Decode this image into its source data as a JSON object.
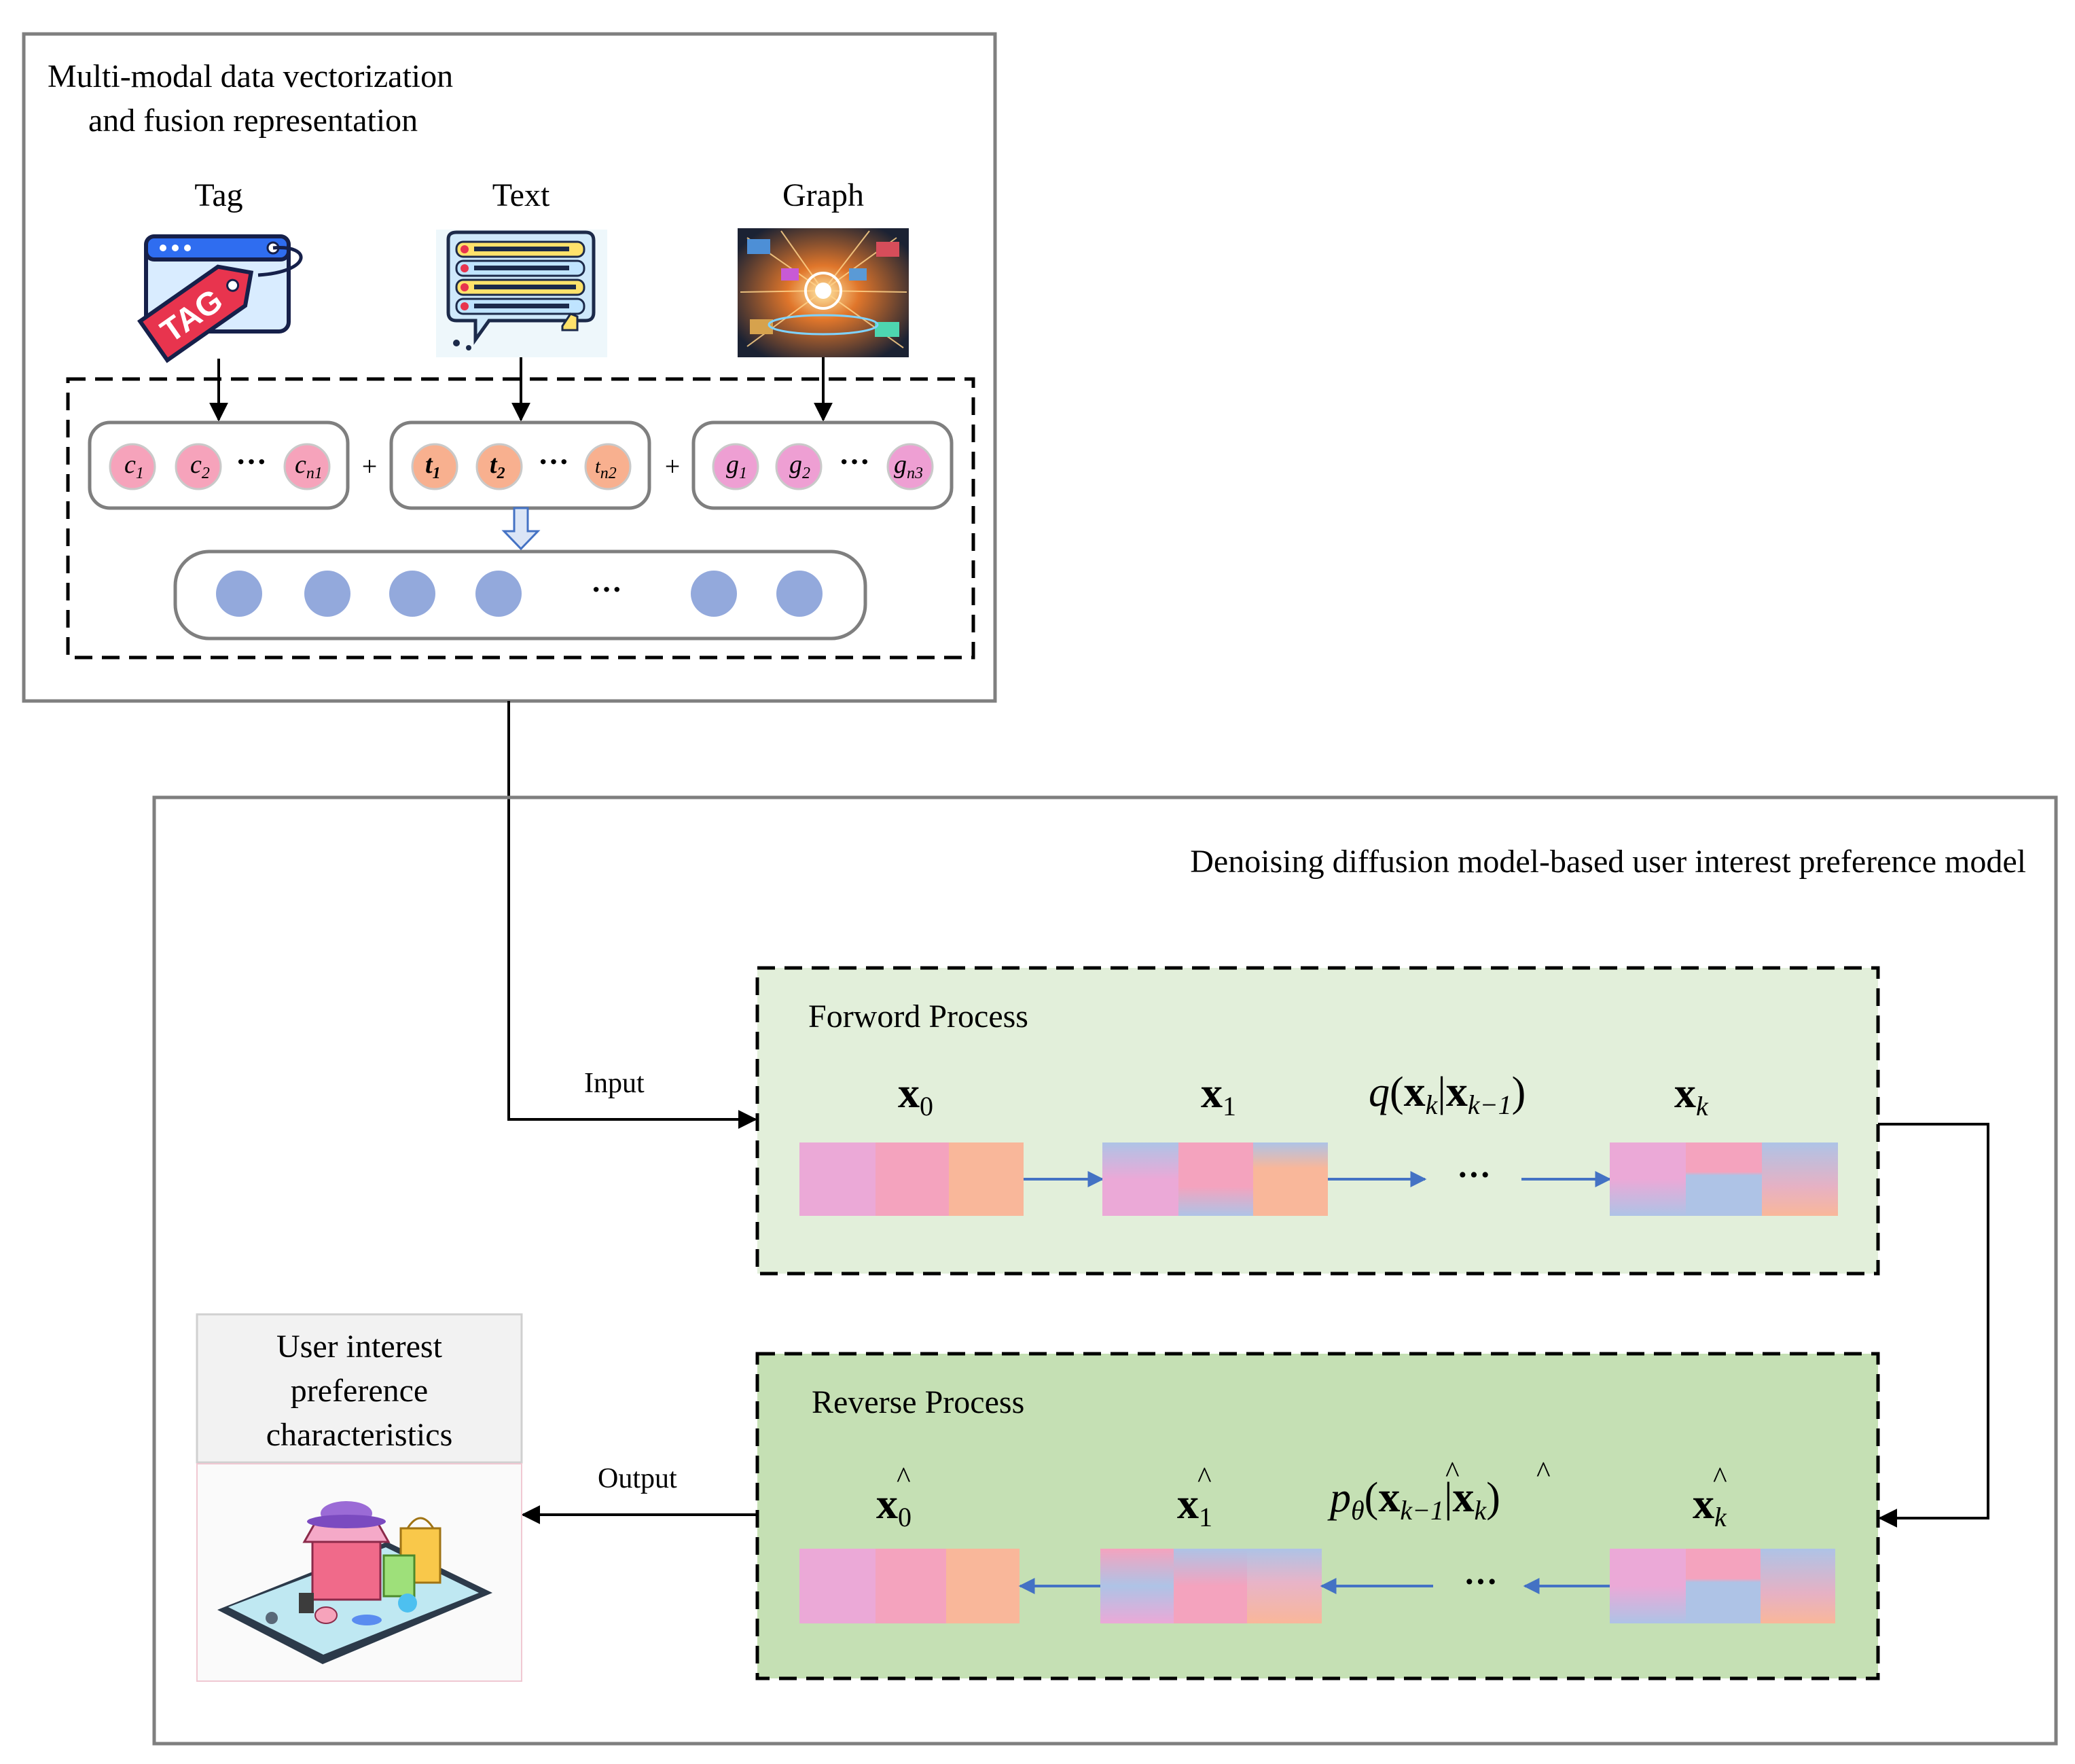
{
  "colors": {
    "frame": "#7f7f7f",
    "tag_token": "#f6a3bb",
    "text_token": "#f8b08f",
    "graph_token": "#ee9fd3",
    "fused_token": "#93a9dc",
    "forward_bg": "#e2efda",
    "reverse_bg": "#c5e0b4",
    "arrow_blue": "#4472c4",
    "vec_pink": "#f4a3be",
    "vec_lilac": "#eba9d7",
    "vec_peach": "#f9b79a",
    "vec_blue": "#aec3e6"
  },
  "fusion_panel": {
    "title_line1": "Multi-modal data vectorization",
    "title_line2": "and fusion representation",
    "modalities": [
      {
        "label": "Tag",
        "icon": "tag-icon"
      },
      {
        "label": "Text",
        "icon": "speech-bubble-review-icon"
      },
      {
        "label": "Graph",
        "icon": "network-graph-image-icon"
      }
    ],
    "tag_tokens": [
      "c",
      "c",
      "c"
    ],
    "tag_subs": [
      "1",
      "2",
      "n1"
    ],
    "text_tokens": [
      "t",
      "t",
      "t"
    ],
    "text_subs": [
      "1",
      "2",
      "n2"
    ],
    "graph_tokens": [
      "g",
      "g",
      "g"
    ],
    "graph_subs": [
      "1",
      "2",
      "n3"
    ],
    "ellipsis": "···",
    "plus": "+",
    "fused_ellipsis": "···"
  },
  "diffusion_panel": {
    "title": "Denoising diffusion model-based user interest preference model",
    "input_label": "Input",
    "output_label": "Output",
    "forward": {
      "title": "Forword Process",
      "x0": "x",
      "x0_sub": "0",
      "x1": "x",
      "x1_sub": "1",
      "q_func": "q",
      "q_x": "x",
      "q_x_sub": "k",
      "q_bar": "|",
      "q_cond": "x",
      "q_cond_sub": "k−1",
      "paren_open": "(",
      "paren_close": ")",
      "xk": "x",
      "xk_sub": "k",
      "ellipsis": "···"
    },
    "reverse": {
      "title": "Reverse Process",
      "x0": "x",
      "x0_sub": "0",
      "x1": "x",
      "x1_sub": "1",
      "p_func": "p",
      "p_sub": "θ",
      "p_x": "x",
      "p_x_sub": "k−1",
      "p_bar": "|",
      "p_cond": "x",
      "p_cond_sub": "k",
      "paren_open": "(",
      "paren_close": ")",
      "xk": "x",
      "xk_sub": "k",
      "hat": "^",
      "ellipsis": "···"
    },
    "output_box": {
      "line1": "User interest",
      "line2": "preference",
      "line3": "characteristics",
      "illustration": "shopping-phone-icon"
    }
  }
}
